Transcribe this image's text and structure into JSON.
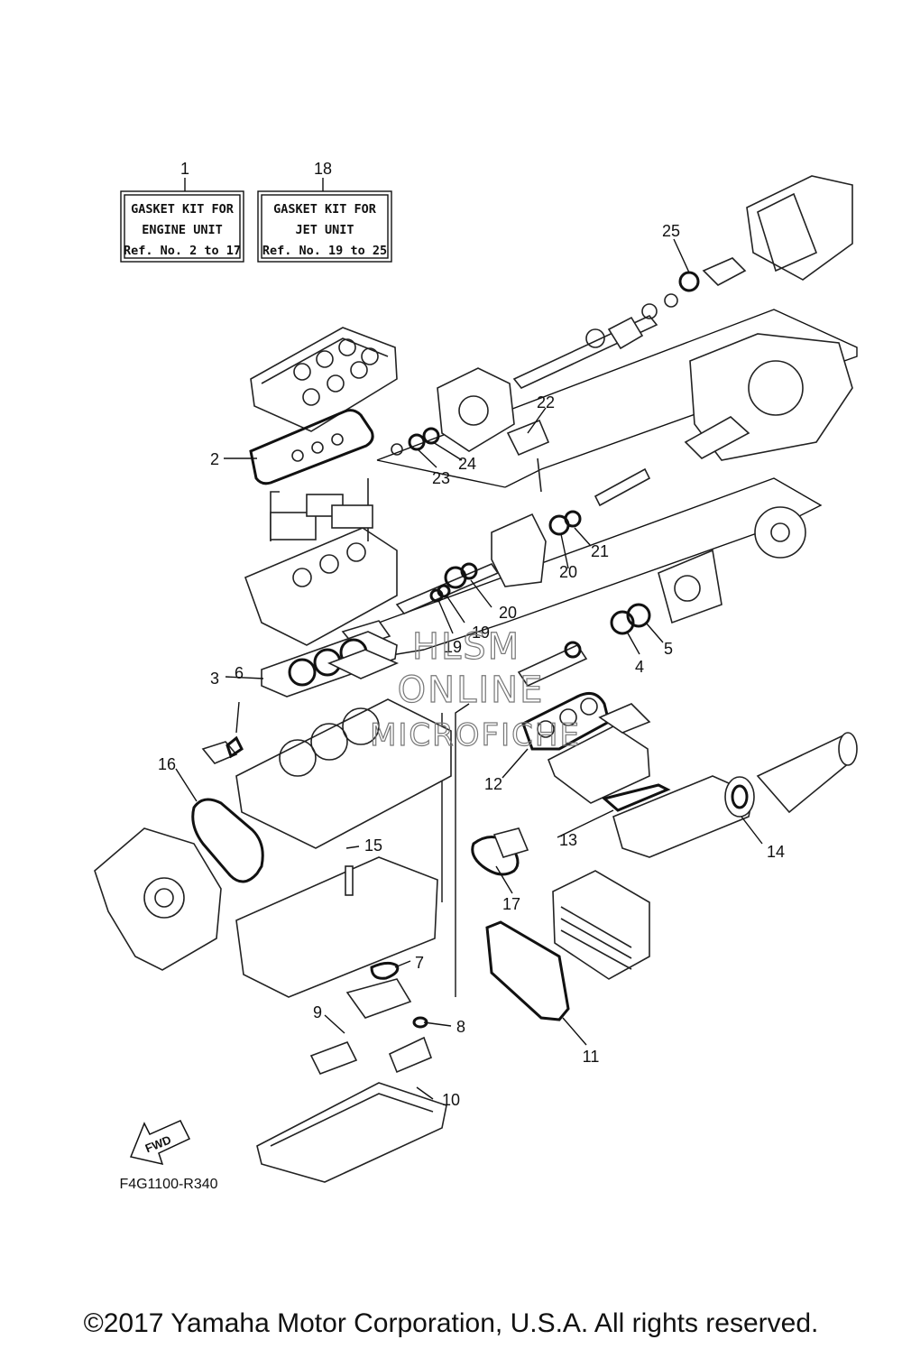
{
  "kits": [
    {
      "ref": "1",
      "lines": [
        "GASKET KIT FOR",
        "ENGINE UNIT",
        "Ref. No. 2 to 17"
      ]
    },
    {
      "ref": "18",
      "lines": [
        "GASKET KIT FOR",
        "JET UNIT",
        "Ref. No. 19 to 25"
      ]
    }
  ],
  "callouts": [
    "2",
    "3",
    "4",
    "5",
    "6",
    "7",
    "8",
    "9",
    "10",
    "11",
    "12",
    "13",
    "14",
    "15",
    "16",
    "17",
    "19",
    "19",
    "20",
    "20",
    "21",
    "22",
    "23",
    "24",
    "25"
  ],
  "watermark": [
    "HLSM",
    "ONLINE",
    "MICROFICHE"
  ],
  "fwd_label": "FWD",
  "diagram_code": "F4G1100-R340",
  "copyright": "©2017 Yamaha Motor Corporation, U.S.A. All rights reserved."
}
